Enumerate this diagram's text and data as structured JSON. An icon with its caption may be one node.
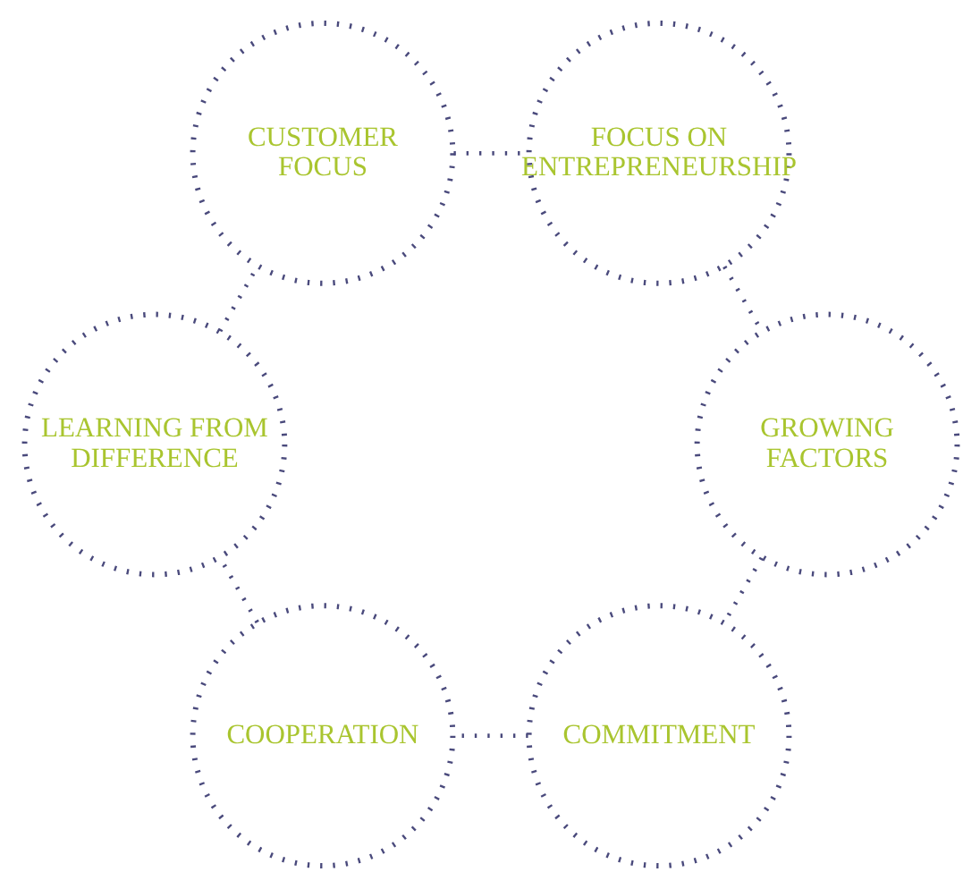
{
  "diagram": {
    "nodes": [
      {
        "text": [
          "COMMITMENT"
        ]
      },
      {
        "text": [
          "COOPERATION"
        ]
      },
      {
        "text": [
          "GROWING FACTORS"
        ]
      },
      {
        "text": [
          "LEARNING FROM DIFFERENCE"
        ]
      },
      {
        "text": [
          "FOCUS ON ENTREPRENEURSHIP"
        ]
      },
      {
        "text": [
          "CUSTOMER FOCUS"
        ]
      }
    ],
    "edges": [
      {
        "from": 0,
        "to": 1,
        "arrow": "none"
      },
      {
        "from": 1,
        "to": 3,
        "arrow": "none"
      },
      {
        "from": 3,
        "to": 5,
        "arrow": "none"
      },
      {
        "from": 5,
        "to": 4,
        "arrow": "none"
      },
      {
        "from": 4,
        "to": 2,
        "arrow": "none"
      },
      {
        "from": 2,
        "to": 0,
        "arrow": "none"
      }
    ]
  }
}
